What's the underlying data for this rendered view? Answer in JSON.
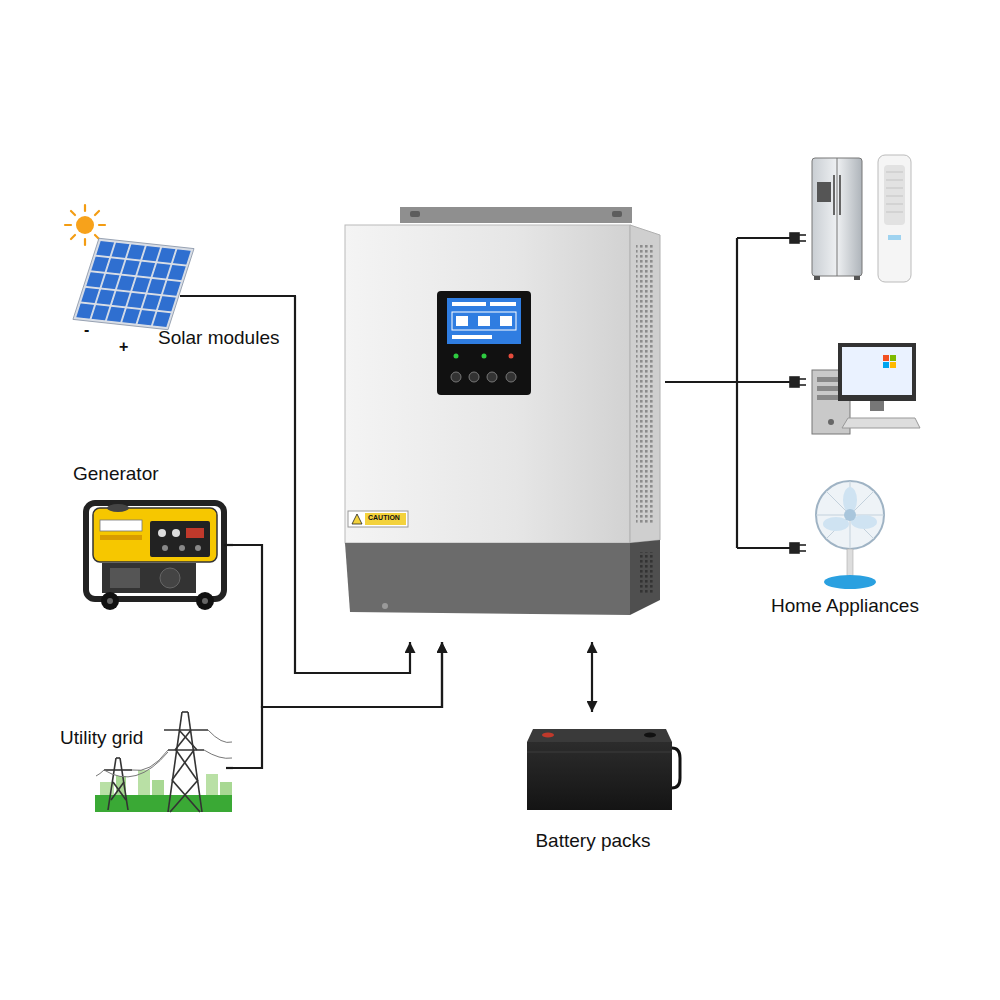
{
  "diagram": {
    "nodes": [
      {
        "text": [
          "Solar modules"
        ]
      },
      {
        "text": [
          "Generator"
        ]
      },
      {
        "text": [
          "Utility grid"
        ]
      },
      {
        "text": [
          "CAUTION"
        ]
      },
      {
        "text": [
          "Battery packs"
        ]
      },
      {
        "text": [
          "Home Appliances"
        ]
      }
    ],
    "edges": [
      {
        "from": 0,
        "to": 3,
        "arrow": "to"
      },
      {
        "from": 1,
        "to": 3,
        "arrow": "to"
      },
      {
        "from": 2,
        "to": 3,
        "arrow": "to"
      },
      {
        "from": 3,
        "to": 4,
        "arrow": "both"
      },
      {
        "from": 3,
        "to": 5,
        "arrow": "none"
      }
    ],
    "labels": [
      "-",
      "+"
    ]
  }
}
